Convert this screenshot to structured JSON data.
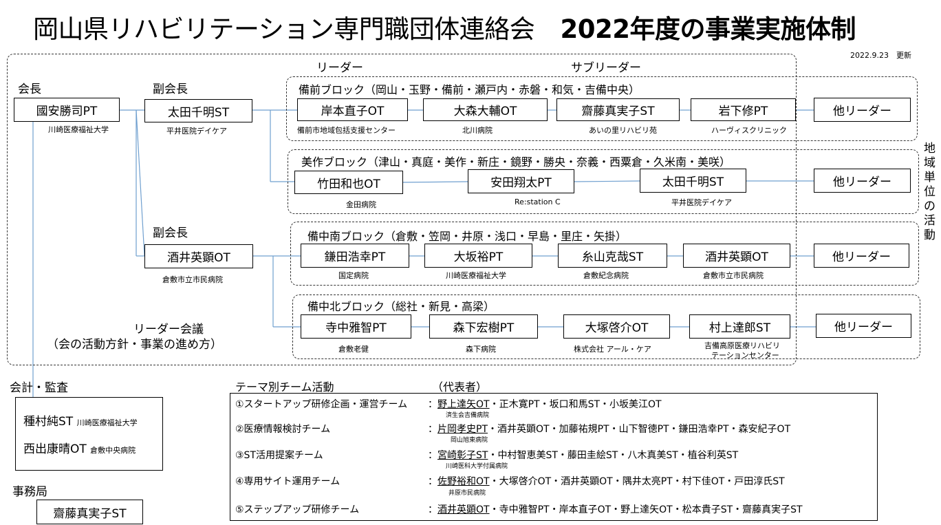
{
  "title": {
    "main": "岡山県リハビリテーション専門職団体連絡会",
    "sub": "2022年度の事業実施体制"
  },
  "updated": "2022.9.23　更新",
  "roles": {
    "leader": "リーダー",
    "subleader": "サブリーダー",
    "president": "会長",
    "vp1": "副会長",
    "vp2": "副会長",
    "regional": "地域単位の活動",
    "meeting_line1": "リーダー会議",
    "meeting_line2": "（会の活動方針・事業の進め方）",
    "accounting": "会計・監査",
    "office": "事務局"
  },
  "president": {
    "name": "國安勝司PT",
    "aff": "川崎医療福祉大学"
  },
  "vp1": {
    "name": "太田千明ST",
    "aff": "平井医院デイケア"
  },
  "vp2": {
    "name": "酒井英顕OT",
    "aff": "倉敷市立市民病院"
  },
  "accounting": {
    "m1_name": "種村純ST",
    "m1_aff": "川崎医療福祉大学",
    "m2_name": "西出康晴OT",
    "m2_aff": "倉敷中央病院"
  },
  "office": {
    "name": "齋藤真実子ST"
  },
  "other_leader": "他リーダー",
  "blocks": [
    {
      "title": "備前ブロック（岡山・玉野・備前・瀬戸内・赤磐・和気・吉備中央）",
      "members": [
        {
          "name": "岸本直子OT",
          "aff": "備前市地域包括支援センター"
        },
        {
          "name": "大森大輔OT",
          "aff": "北川病院"
        },
        {
          "name": "齋藤真実子ST",
          "aff": "あいの里リハビリ苑"
        },
        {
          "name": "岩下修PT",
          "aff": "ハーヴィスクリニック"
        }
      ]
    },
    {
      "title": "美作ブロック（津山・真庭・美作・新庄・鏡野・勝央・奈義・西粟倉・久米南・美咲）",
      "members": [
        {
          "name": "竹田和也OT",
          "aff": "金田病院"
        },
        {
          "name": "安田翔太PT",
          "aff": "Re:station C"
        },
        {
          "name": "太田千明ST",
          "aff": "平井医院デイケア"
        }
      ]
    },
    {
      "title": "備中南ブロック（倉敷・笠岡・井原・浅口・早島・里庄・矢掛）",
      "members": [
        {
          "name": "鎌田浩幸PT",
          "aff": "国定病院"
        },
        {
          "name": "大坂裕PT",
          "aff": "川崎医療福祉大学"
        },
        {
          "name": "糸山克哉ST",
          "aff": "倉敷紀念病院"
        },
        {
          "name": "酒井英顕OT",
          "aff": "倉敷市立市民病院"
        }
      ]
    },
    {
      "title": "備中北ブロック（総社・新見・高梁）",
      "members": [
        {
          "name": "寺中雅智PT",
          "aff": "倉敷老健"
        },
        {
          "name": "森下宏樹PT",
          "aff": "森下病院"
        },
        {
          "name": "大塚啓介OT",
          "aff": "株式会社 アール・ケア"
        },
        {
          "name": "村上達郎ST",
          "aff_line1": "吉備高原医療リハビリ",
          "aff_line2": "テーションセンター"
        }
      ]
    }
  ],
  "teams": {
    "heading": "テーマ別チーム活動",
    "rep_heading": "（代表者）",
    "items": [
      {
        "name": "①スタートアップ研修企画・運営チーム",
        "sep": "：",
        "rep": "野上達矢OT",
        "others": "・正木寛PT・坂口和馬ST・小坂美江OT",
        "rep_aff": "済生会吉備病院"
      },
      {
        "name": "②医療情報検討チーム",
        "sep": "：",
        "rep": "片岡孝史PT",
        "others": "・酒井英顕OT・加藤祐規PT・山下智徳PT・鎌田浩幸PT・森安紀子OT",
        "rep_aff": "岡山旭東病院"
      },
      {
        "name": "③ST活用提案チーム",
        "sep": "：",
        "rep": "宮崎彰子ST",
        "others": "・中村智恵美ST・藤田圭絵ST・八木真美ST・植谷利英ST",
        "rep_aff": "川崎医科大学付属病院"
      },
      {
        "name": "④専用サイト運用チーム",
        "sep": "：",
        "rep": "佐野裕和OT",
        "others": "・大塚啓介OT・酒井英顕OT・隅井太亮PT・村下佳OT・戸田淳氏ST",
        "rep_aff": "井原市民病院"
      },
      {
        "name": "⑤ステップアップ研修チーム",
        "sep": "：",
        "rep": "酒井英顕OT",
        "others": "・寺中雅智PT・岸本直子OT・野上達矢OT・松本貴子ST・齋藤真実子ST",
        "rep_aff": ""
      }
    ]
  },
  "colors": {
    "line": "#6f9fcf",
    "border": "#000000"
  }
}
